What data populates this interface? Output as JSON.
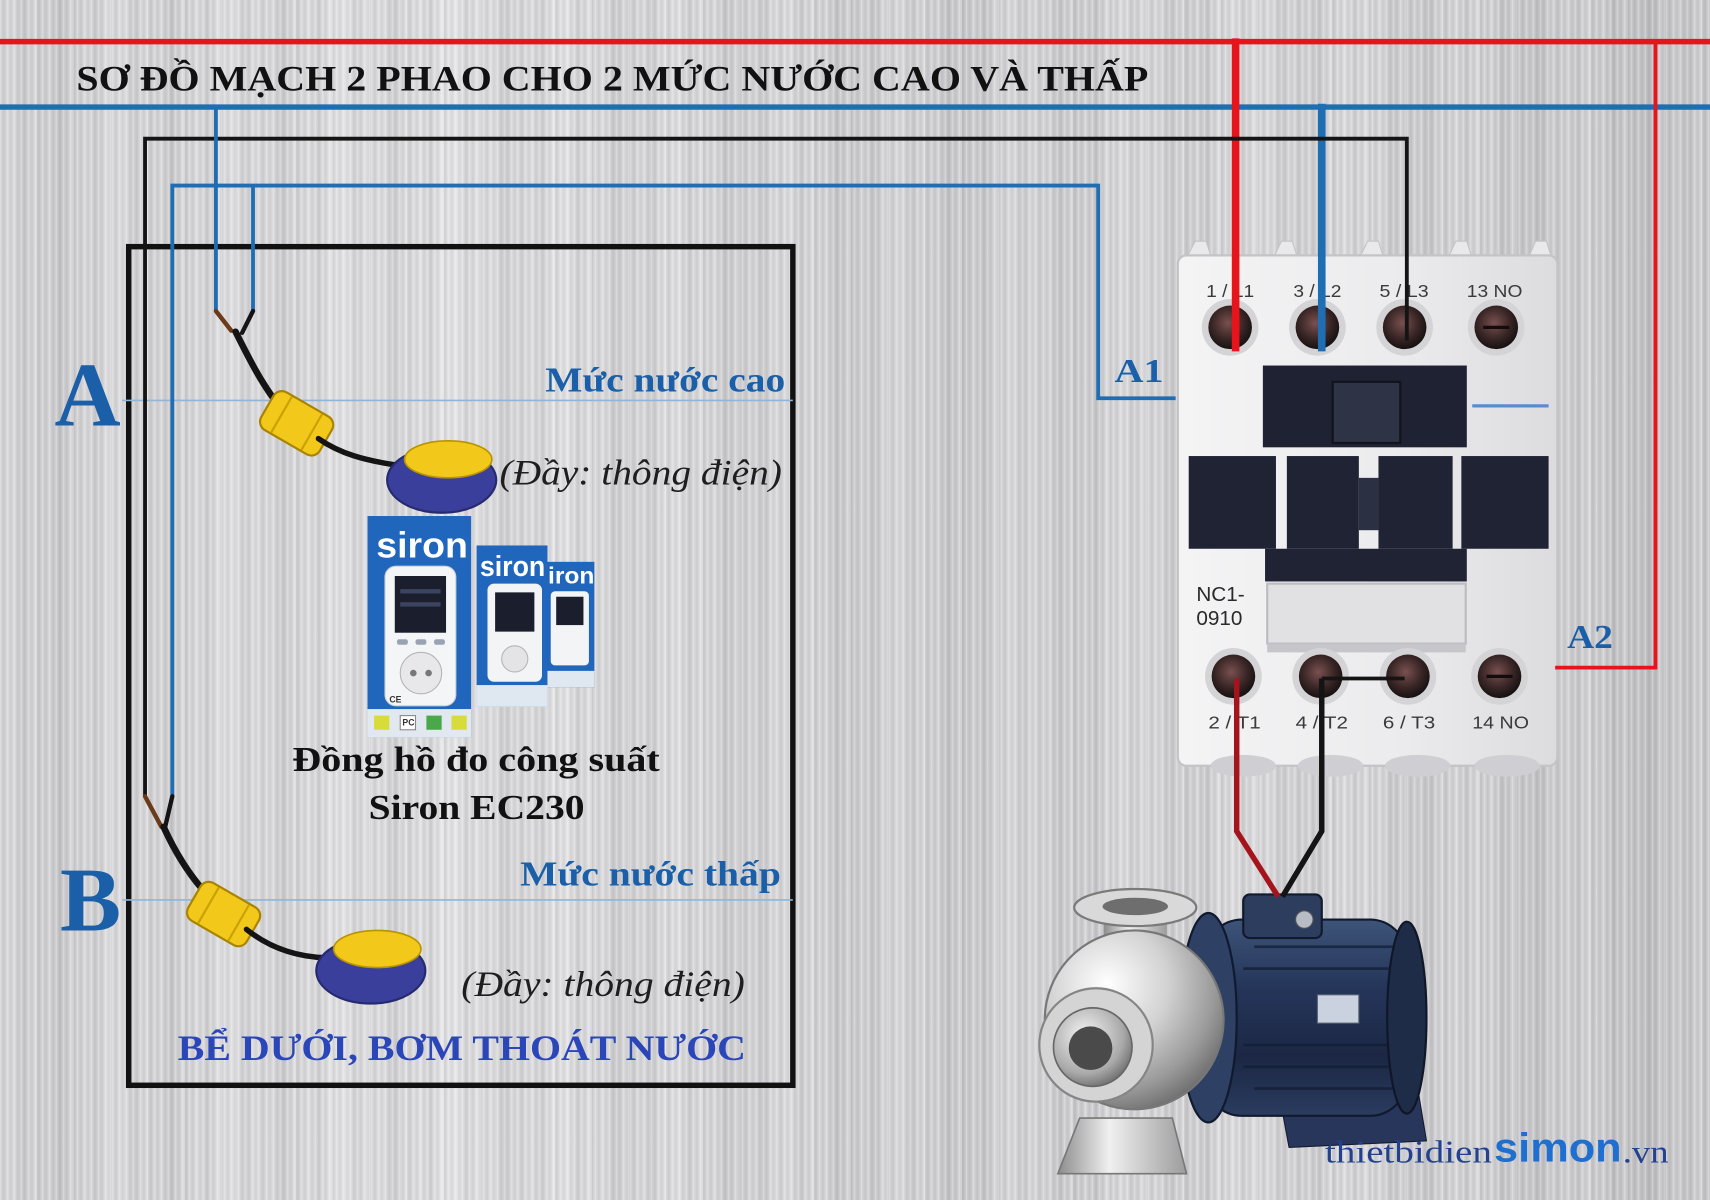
{
  "title": "SƠ ĐỒ MẠCH 2 PHAO CHO 2 MỨC NƯỚC CAO VÀ THẤP",
  "tank": {
    "high_level": {
      "marker": "A",
      "label": "Mức nước cao",
      "note": "(Đầy: thông điện)"
    },
    "low_level": {
      "marker": "B",
      "label": "Mức nước thấp",
      "note": "(Đầy: thông điện)"
    },
    "caption": "BỂ DƯỚI, BƠM THOÁT NƯỚC"
  },
  "power_meter": {
    "brand": "siron",
    "badges": [
      "CE",
      "PC"
    ],
    "caption_line1": "Đồng hồ đo công suất",
    "caption_line2": "Siron EC230"
  },
  "contactor": {
    "model_line1": "NC1-",
    "model_line2": "0910",
    "top_terminals": [
      "1 / L1",
      "3 / L2",
      "5 / L3",
      "13 NO"
    ],
    "bottom_terminals": [
      "2 / T1",
      "4 / T2",
      "6 / T3",
      "14 NO"
    ],
    "coil_terminal_1": "A1",
    "coil_terminal_2": "A2"
  },
  "watermark": {
    "prefix": "thietbidien",
    "brand": "simon",
    "suffix": ".vn"
  },
  "icons": [
    "float-switch-icon",
    "power-meter-box-icon",
    "contactor-icon",
    "water-pump-icon"
  ],
  "colors": {
    "phase": "#e8141c",
    "neutral": "#1f6db3",
    "control_black": "#141414",
    "motor_feed_red": "#a5141c",
    "label_blue": "#1a5fa8",
    "caption_blue": "#2a46b9",
    "meter_box_blue": "#1f66bc",
    "float_yellow": "#f2c81a",
    "float_blue": "#3a3f9c"
  }
}
